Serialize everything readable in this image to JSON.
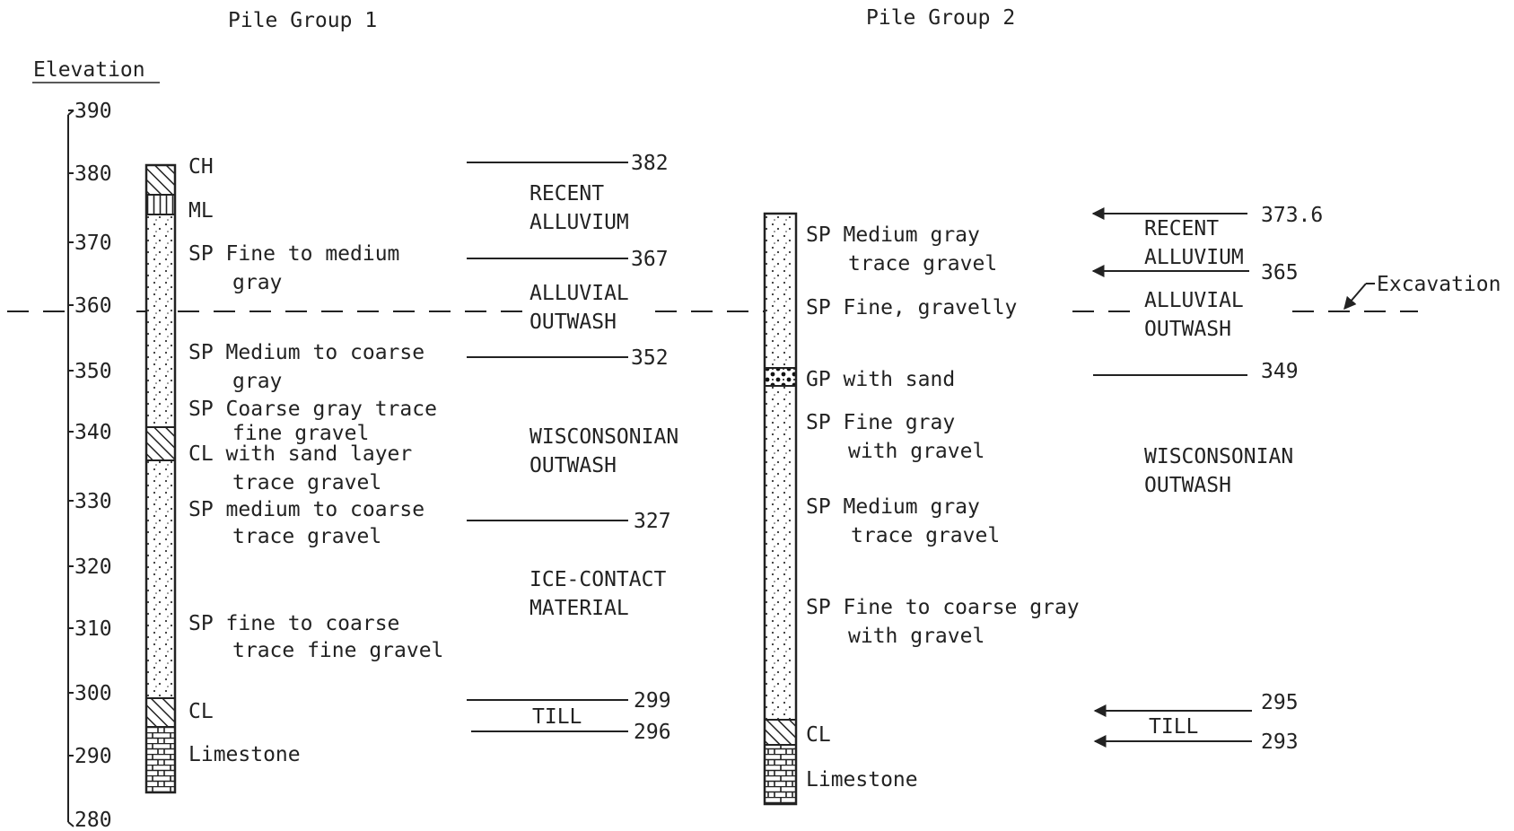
{
  "titles": {
    "group1": "Pile Group 1",
    "group2": "Pile Group 2"
  },
  "axis": {
    "label": "Elevation",
    "ticks": [
      "390",
      "380",
      "370",
      "360",
      "350",
      "340",
      "330",
      "320",
      "310",
      "300",
      "290",
      "280"
    ]
  },
  "group1": {
    "soils": [
      {
        "text": "CH"
      },
      {
        "text": "ML"
      },
      {
        "lines": [
          "SP Fine to medium",
          "gray"
        ]
      },
      {
        "lines": [
          "SP Medium to coarse",
          "gray"
        ]
      },
      {
        "lines": [
          "SP Coarse gray trace",
          "fine gravel"
        ]
      },
      {
        "lines": [
          "CL with sand layer",
          "trace gravel"
        ]
      },
      {
        "lines": [
          "SP medium to coarse",
          "trace gravel"
        ]
      },
      {
        "lines": [
          "SP fine to coarse",
          "trace fine gravel"
        ]
      },
      {
        "text": "CL"
      },
      {
        "text": "Limestone"
      }
    ],
    "boundaries": [
      "382",
      "367",
      "352",
      "327",
      "299",
      "296"
    ],
    "strata": [
      {
        "lines": [
          "RECENT",
          "ALLUVIUM"
        ]
      },
      {
        "lines": [
          "ALLUVIAL",
          "OUTWASH"
        ]
      },
      {
        "lines": [
          "WISCONSONIAN",
          "OUTWASH"
        ]
      },
      {
        "lines": [
          "ICE-CONTACT",
          "MATERIAL"
        ]
      },
      {
        "lines": [
          "TILL"
        ]
      }
    ]
  },
  "group2": {
    "soils": [
      {
        "lines": [
          "SP Medium gray",
          "trace gravel"
        ]
      },
      {
        "lines": [
          "SP Fine, gravelly"
        ]
      },
      {
        "lines": [
          "GP with sand"
        ]
      },
      {
        "lines": [
          "SP Fine gray",
          "with gravel"
        ]
      },
      {
        "lines": [
          "SP Medium gray",
          "trace gravel"
        ]
      },
      {
        "lines": [
          "SP Fine to coarse gray",
          "with gravel"
        ]
      },
      {
        "text": "CL"
      },
      {
        "text": "Limestone"
      }
    ],
    "boundaries": [
      "373.6",
      "365",
      "349",
      "295",
      "293"
    ],
    "strata": [
      {
        "lines": [
          "RECENT",
          "ALLUVIUM"
        ]
      },
      {
        "lines": [
          "ALLUVIAL",
          "OUTWASH"
        ]
      },
      {
        "lines": [
          "WISCONSONIAN",
          "OUTWASH"
        ]
      },
      {
        "lines": [
          "TILL"
        ]
      }
    ]
  },
  "excavation": {
    "label": "Excavation"
  }
}
